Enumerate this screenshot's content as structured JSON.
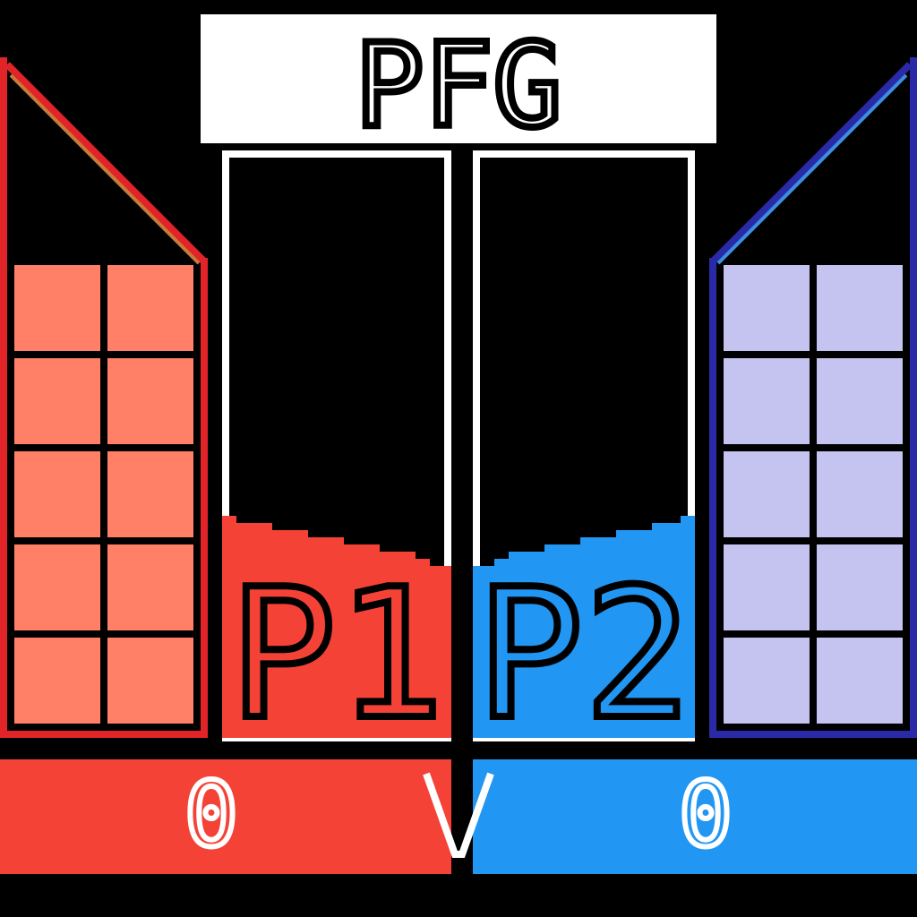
{
  "title": "PFG",
  "players": [
    {
      "label": "P1",
      "score": "0",
      "color": "#f44336",
      "meter_fill_percent": 35
    },
    {
      "label": "P2",
      "score": "0",
      "color": "#2196f3",
      "meter_fill_percent": 35
    }
  ],
  "versus_label": "V",
  "left_panel": {
    "cell_color": "#ff8066",
    "border_color": "#e02428",
    "rows": 5,
    "cols": 2
  },
  "right_panel": {
    "cell_color": "#c5c3f0",
    "border_color": "#2a2aa8",
    "rows": 5,
    "cols": 2
  }
}
